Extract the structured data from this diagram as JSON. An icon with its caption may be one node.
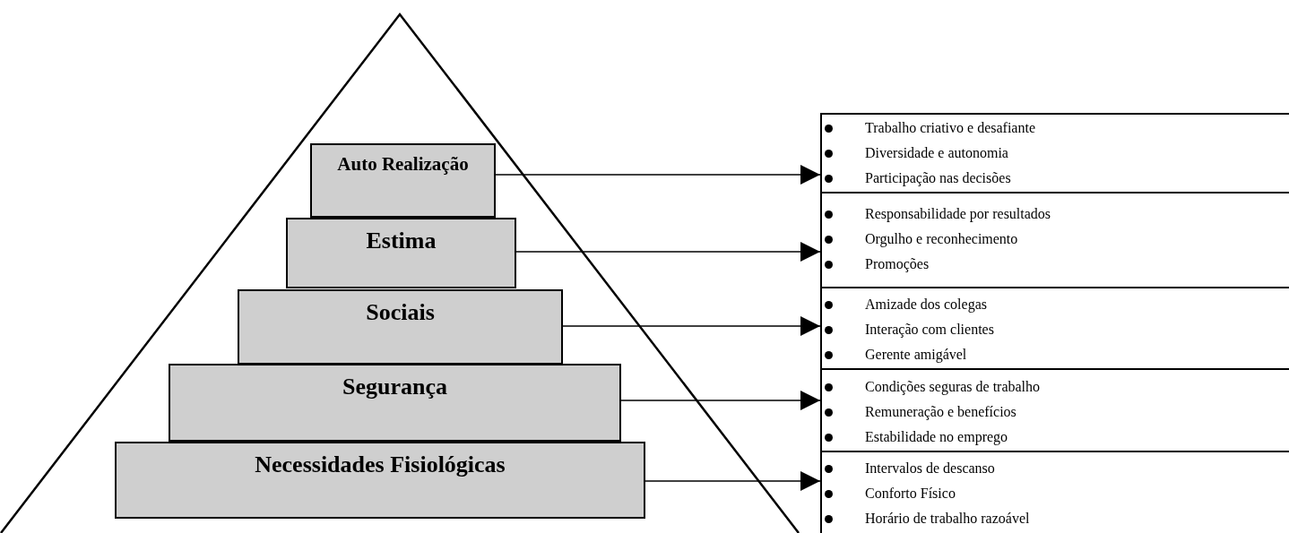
{
  "diagram": {
    "nodes": [
      {
        "text": [
          "Auto Realização"
        ]
      },
      {
        "text": [
          "Estima"
        ]
      },
      {
        "text": [
          "Sociais"
        ]
      },
      {
        "text": [
          "Segurança"
        ]
      },
      {
        "text": [
          "Necessidades Fisiológicas"
        ]
      },
      {
        "text": [
          "Trabalho criativo e desafiante",
          "Diversidade e autonomia",
          "Participação nas decisões"
        ]
      },
      {
        "text": [
          "Responsabilidade por resultados",
          "Orgulho e reconhecimento",
          "Promoções"
        ]
      },
      {
        "text": [
          "Amizade dos colegas",
          "Interação com clientes",
          "Gerente amigável"
        ]
      },
      {
        "text": [
          "Condições seguras de trabalho",
          "Remuneração e benefícios",
          "Estabilidade no emprego"
        ]
      },
      {
        "text": [
          "Intervalos de descanso",
          "Conforto Físico",
          "Horário de trabalho razoável"
        ]
      }
    ],
    "edges": [
      {
        "from": 0,
        "to": 5,
        "arrow": "to"
      },
      {
        "from": 1,
        "to": 6,
        "arrow": "to"
      },
      {
        "from": 2,
        "to": 7,
        "arrow": "to"
      },
      {
        "from": 3,
        "to": 8,
        "arrow": "to"
      },
      {
        "from": 4,
        "to": 9,
        "arrow": "to"
      }
    ]
  }
}
